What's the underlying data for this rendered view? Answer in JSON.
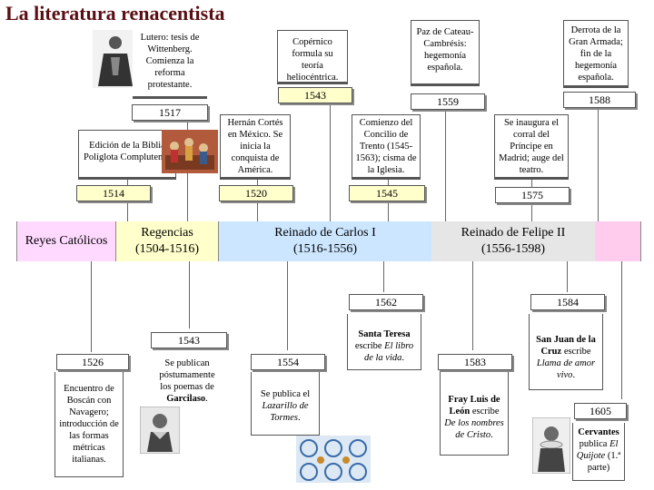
{
  "title": "La literatura renacentista",
  "timeline": [
    {
      "label_1": "Reyes Católicos",
      "label_2": ""
    },
    {
      "label_1": "Regencias",
      "label_2": "(1504-1516)"
    },
    {
      "label_1": "Reinado de Carlos I",
      "label_2": "(1516-1556)"
    },
    {
      "label_1": "Reinado de Felipe II",
      "label_2": "(1556-1598)"
    },
    {
      "label_1": "",
      "label_2": ""
    }
  ],
  "upper_events": [
    {
      "year": "1514",
      "text": "Edición de la Biblia Políglota Complutense"
    },
    {
      "year": "1517",
      "text": "Lutero: tesis de Wittenberg. Comienza la reforma protestante."
    },
    {
      "year": "1520",
      "text": "Hernán Cortés en México. Se inicia la conquista de América."
    },
    {
      "year": "1543",
      "text": "Copérnico formula su teoría heliocéntrica."
    },
    {
      "year": "1545",
      "text": "Comienzo del Concilio de Trento (1545-1563); cisma de la Iglesia."
    },
    {
      "year": "1559",
      "text": "Paz de Cateau-Cambrésis: hegemonía española."
    },
    {
      "year": "1575",
      "text": "Se inaugura el corral del Príncipe en Madrid; auge del teatro."
    },
    {
      "year": "1588",
      "text": "Derrota de la Gran Armada; fin de la hegemonía española."
    }
  ],
  "lower_events": {
    "e1526": {
      "year": "1526",
      "text": "Encuentro de Boscán con Navagero; introducción de las formas métricas italianas."
    },
    "e1543": {
      "year": "1543",
      "text_1": "Se publican póstumamente los poemas de ",
      "bold": "Garcilaso",
      "text_2": "."
    },
    "e1554": {
      "year": "1554",
      "text_1": "Se publica el ",
      "italic": "Lazarillo de Tormes",
      "text_2": "."
    },
    "e1562": {
      "year": "1562",
      "bold": "Santa Teresa",
      "text_1": " escribe ",
      "italic": "El libro de la vida",
      "text_2": "."
    },
    "e1583": {
      "year": "1583",
      "bold": "Fray Luis de León",
      "text_1": " escribe ",
      "italic": "De los nombres de Cristo",
      "text_2": "."
    },
    "e1584": {
      "year": "1584",
      "bold": "San Juan de la Cruz",
      "text_1": " escribe ",
      "italic": "Llama de amor vivo",
      "text_2": "."
    },
    "e1605": {
      "year": "1605",
      "bold": "Cervantes",
      "text_1": " publica ",
      "italic": "El Quijote",
      "text_2": " (1.ª parte)"
    }
  },
  "colors": {
    "title": "#5a0f14",
    "reyes": "#ffd9ff",
    "regencias": "#ffffcc",
    "carlos": "#cce6ff",
    "felipe": "#e6e6e6",
    "end": "#ffccee"
  },
  "pictures": [
    "luther-portrait-icon",
    "conquest-painting-icon",
    "garcilaso-portrait-icon",
    "azulejo-tile-icon",
    "fray-luis-portrait-icon",
    "cervantes-portrait-icon"
  ]
}
